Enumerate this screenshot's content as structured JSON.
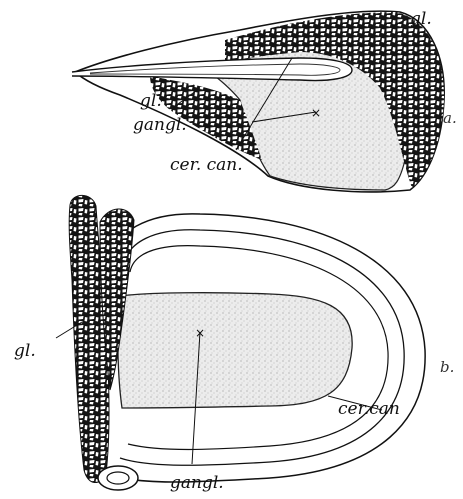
{
  "figure": {
    "panel_a": {
      "letter": "a.",
      "labels": {
        "gl_top": "gl.",
        "gl_left": "gl.",
        "gangl": "gangl.",
        "cer_can": "cer. can."
      }
    },
    "panel_b": {
      "letter": "b.",
      "labels": {
        "gl": "gl.",
        "gangl": "gangl.",
        "cer_can": "cer.can"
      }
    }
  }
}
